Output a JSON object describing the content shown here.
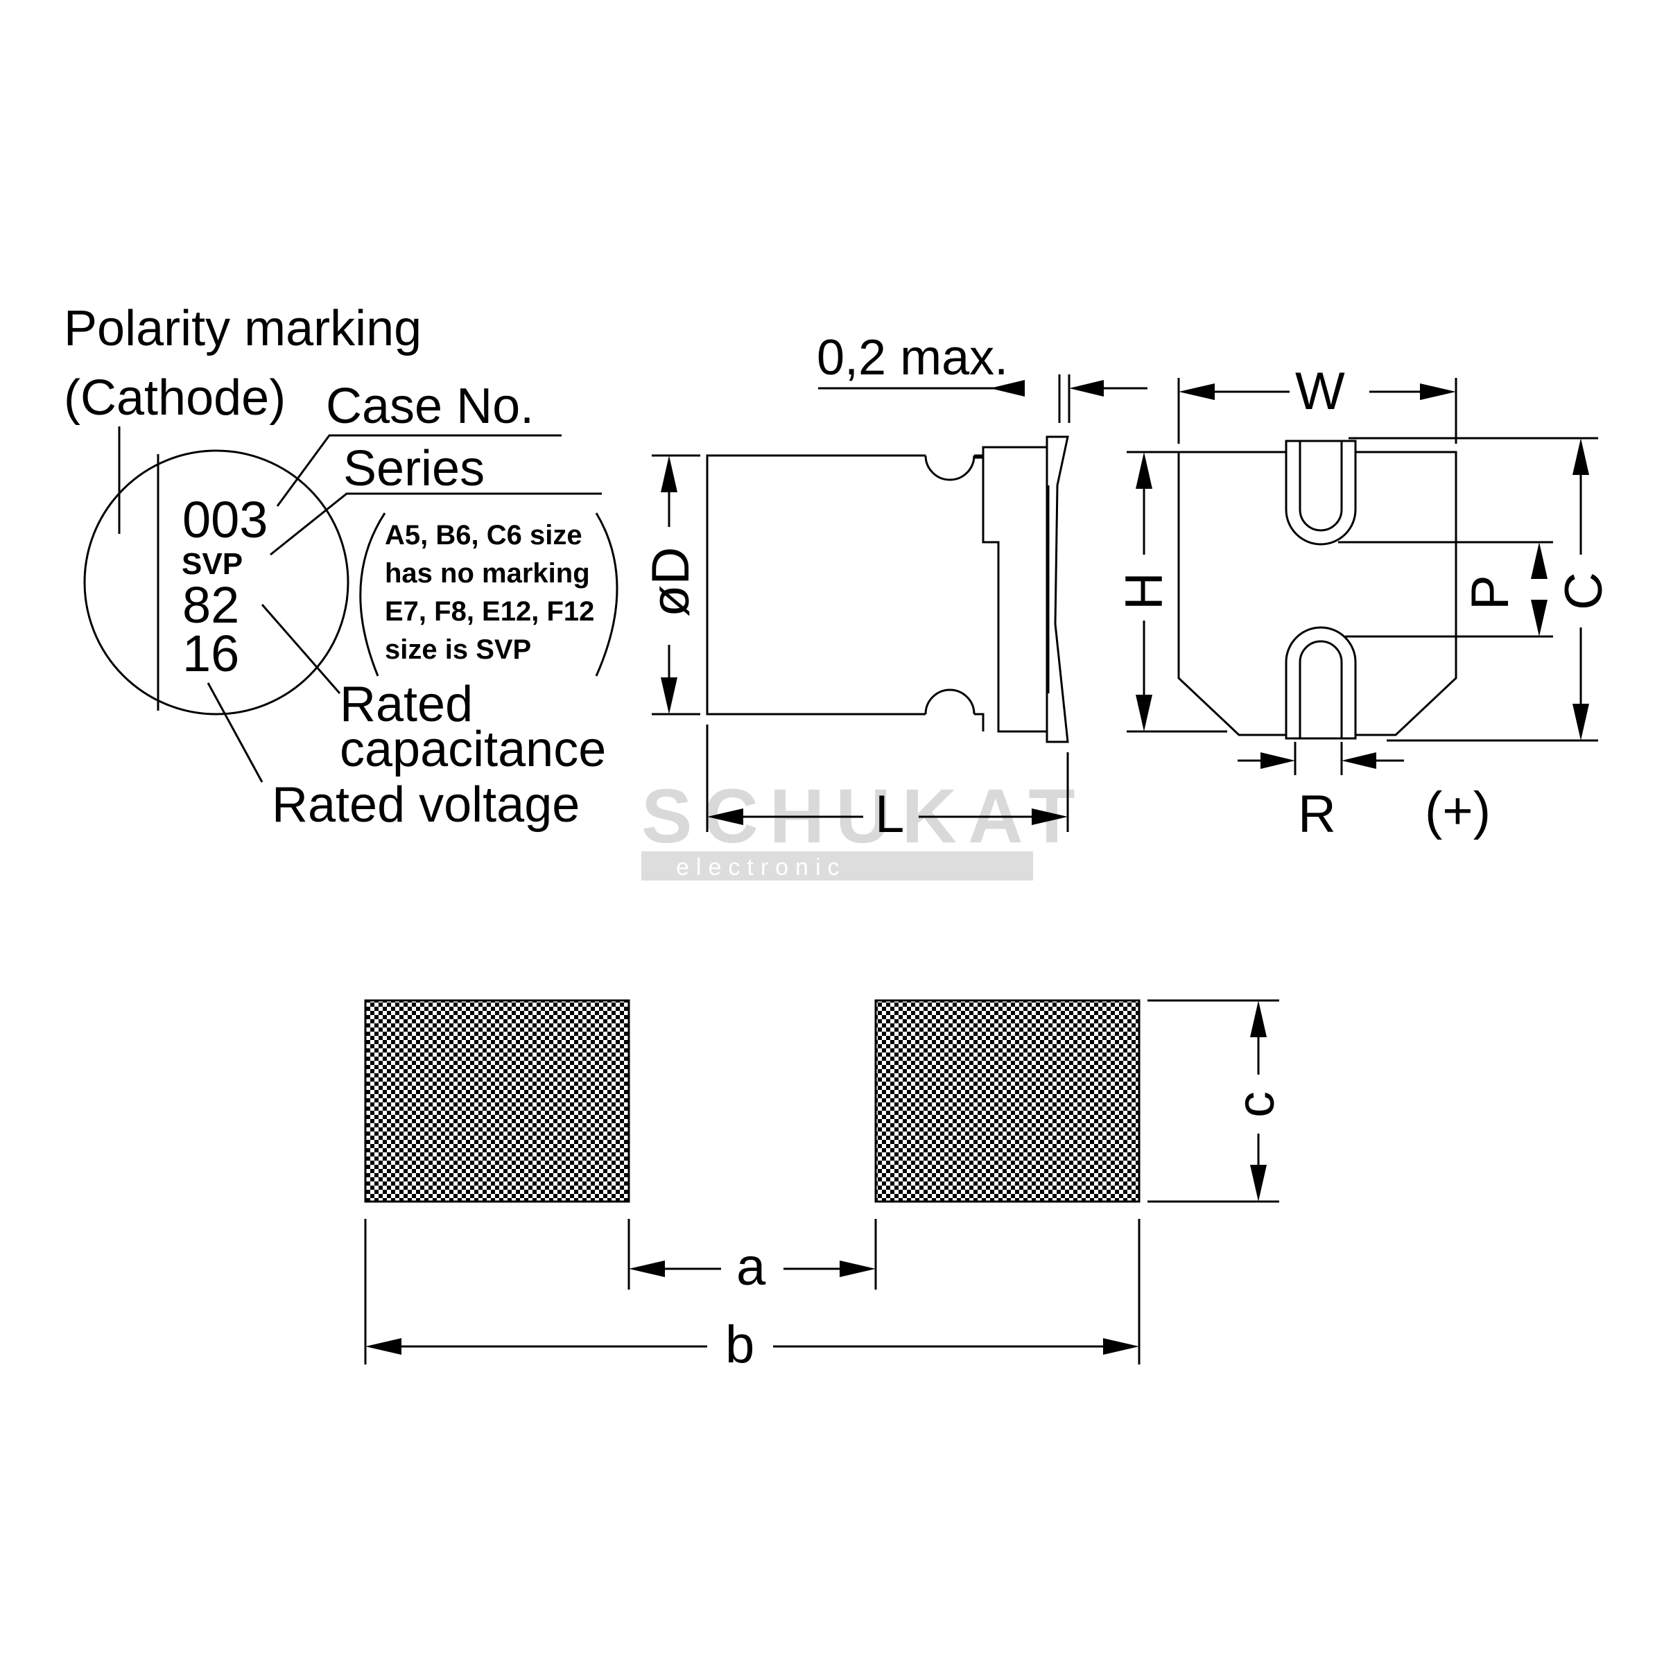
{
  "labels": {
    "polarity_line1": "Polarity marking",
    "polarity_line2": "(Cathode)",
    "case_no": "Case No.",
    "series": "Series",
    "rated_capacitance_line1": "Rated",
    "rated_capacitance_line2": "capacitance",
    "rated_voltage": "Rated voltage"
  },
  "marking": {
    "case": "003",
    "series": "SVP",
    "capacitance": "82",
    "voltage": "16"
  },
  "note": {
    "line1": "A5, B6, C6 size",
    "line2": "has no marking",
    "line3": "E7, F8, E12, F12",
    "line4": "size is SVP"
  },
  "dimensions": {
    "max_gap": "0,2 max.",
    "diameter": "øD",
    "length": "L",
    "width": "W",
    "height": "H",
    "pitch": "P",
    "overall": "C",
    "terminal": "R",
    "polarity_plus": "(+)",
    "pad_gap": "a",
    "pad_span": "b",
    "pad_height": "c"
  },
  "watermark": {
    "brand": "SCHUKAT",
    "sub": "electronic"
  }
}
